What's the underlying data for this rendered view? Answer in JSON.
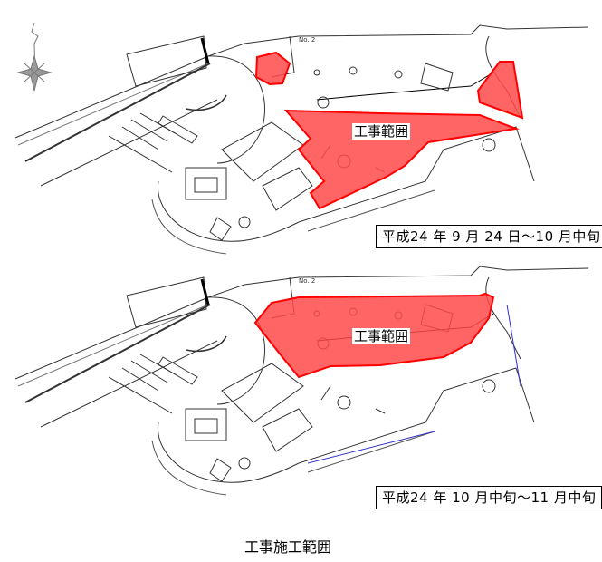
{
  "panels": [
    {
      "area_label": "工事範囲",
      "period": "平成24 年 9 月 24 日〜10 月中旬",
      "marker": "No. 2"
    },
    {
      "area_label": "工事範囲",
      "period": "平成24 年 10 月中旬〜11 月中旬",
      "marker": "No. 2"
    }
  ],
  "caption": "工事施工範囲",
  "colors": {
    "construction_area": "#ff0000",
    "fill": "#ff4a4a"
  },
  "icons": [
    "north-compass-icon"
  ]
}
